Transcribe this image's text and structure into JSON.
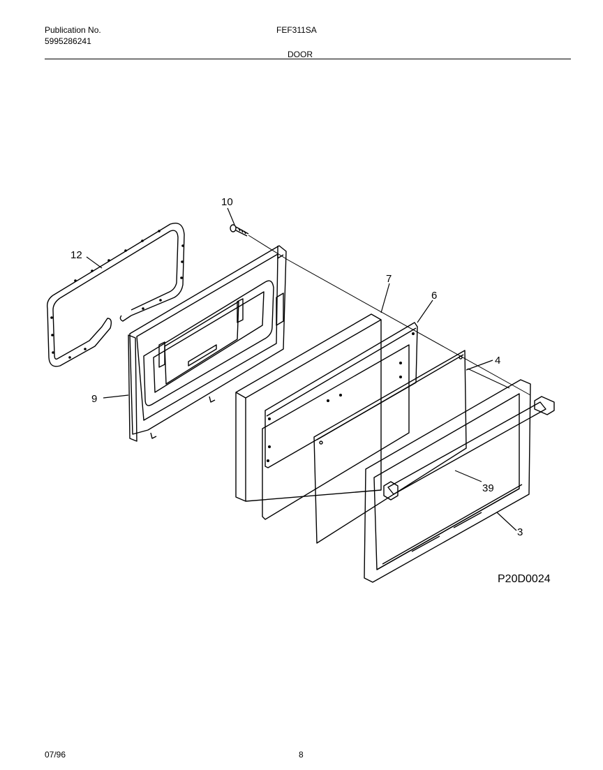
{
  "header": {
    "publication_label": "Publication No.",
    "publication_number": "5995286241",
    "model": "FEF311SA",
    "section": "DOOR"
  },
  "diagram": {
    "drawing_code": "P20D0024",
    "callouts": [
      {
        "id": "c10",
        "label": "10"
      },
      {
        "id": "c12",
        "label": "12"
      },
      {
        "id": "c7",
        "label": "7"
      },
      {
        "id": "c6",
        "label": "6"
      },
      {
        "id": "c9",
        "label": "9"
      },
      {
        "id": "c4",
        "label": "4"
      },
      {
        "id": "c39",
        "label": "39"
      },
      {
        "id": "c3",
        "label": "3"
      }
    ]
  },
  "footer": {
    "date": "07/96",
    "page": "8"
  }
}
